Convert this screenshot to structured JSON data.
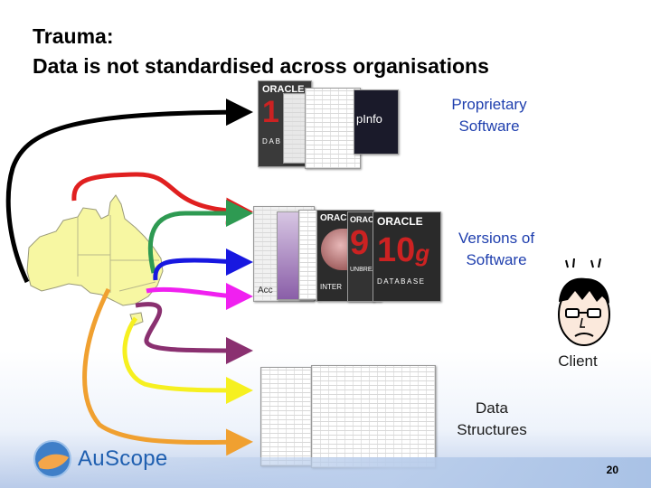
{
  "slide": {
    "title_line1": "Trauma:",
    "title_line2": "Data is not standardised across organisations",
    "page_number": "20"
  },
  "labels": {
    "proprietary_line1": "Proprietary",
    "proprietary_line2": "Software",
    "versions_line1": "Versions of",
    "versions_line2": "Software",
    "client": "Client",
    "data_line1": "Data",
    "data_line2": "Structures"
  },
  "logo": {
    "text": "AuScope"
  },
  "product_text": {
    "oracle_top": "ORACLE",
    "oracle_mid1": "ORACLE",
    "oracle_mid2": "ORACLE",
    "oracle_right": "ORACLE",
    "ten_g": "10",
    "g_letter": "g",
    "database": "DATABASE",
    "inter": "INTER",
    "unbrea": "UNBREA",
    "mapinfo": "pInfo",
    "one": "1",
    "nine": "9",
    "dab": "D A B",
    "acc": "Acc"
  },
  "colors": {
    "arrow_black": "#000000",
    "arrow_red": "#e02020",
    "arrow_green": "#2e9a52",
    "arrow_blue": "#1818e0",
    "arrow_magenta": "#f020f0",
    "arrow_purple": "#8a3070",
    "arrow_yellow": "#f6f020",
    "arrow_orange": "#f0a030",
    "label_blue": "#1f3fae",
    "oracle_red": "#cc2222",
    "map_yellow": "#f7f7a2"
  }
}
